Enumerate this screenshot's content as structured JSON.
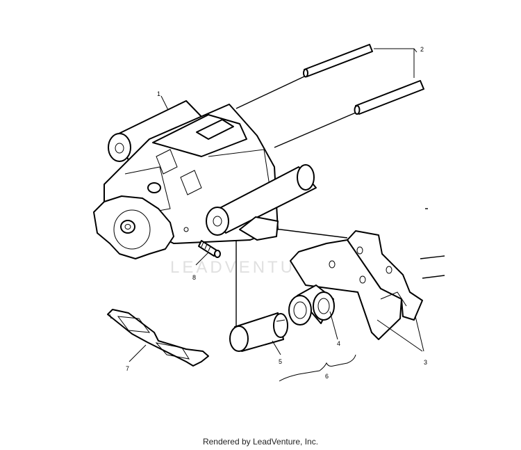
{
  "callouts": {
    "c1": "1",
    "c2": "2",
    "c3": "3",
    "c4": "4",
    "c5": "5",
    "c6": "6",
    "c7": "7",
    "c8": "8"
  },
  "watermark": "LEADVENTURE",
  "footer": "Rendered by LeadVenture, Inc."
}
